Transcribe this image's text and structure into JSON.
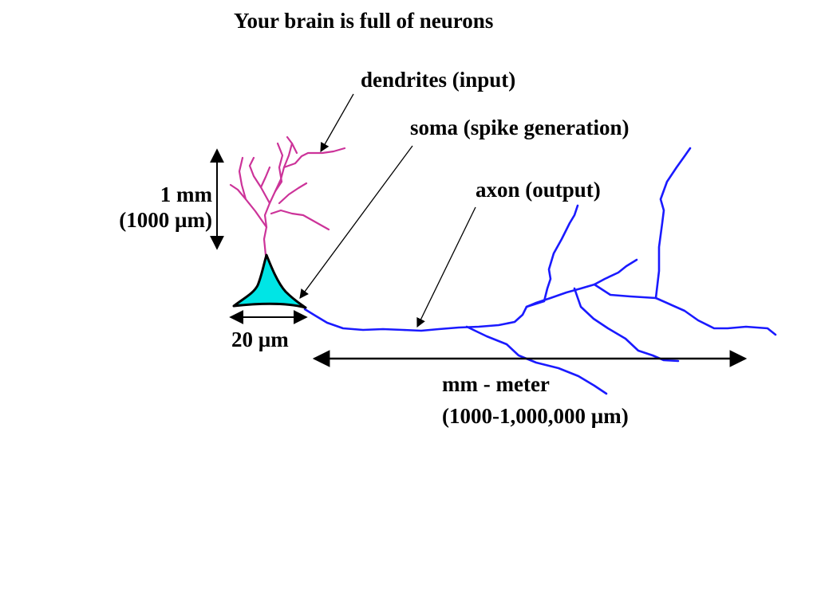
{
  "title": "Your  brain is full of neurons",
  "labels": {
    "dendrites": "dendrites (input)",
    "soma": "soma (spike generation)",
    "axon": "axon (output)",
    "height_line1": "1 mm",
    "height_line2": "(1000 µm)",
    "width": "20 µm",
    "length_line1": "mm - meter",
    "length_line2": "(1000-1,000,000 µm)"
  },
  "colors": {
    "dendrite": "#cc3399",
    "axon": "#1a1aff",
    "soma_fill": "#00e5e5",
    "outline": "#000000"
  }
}
